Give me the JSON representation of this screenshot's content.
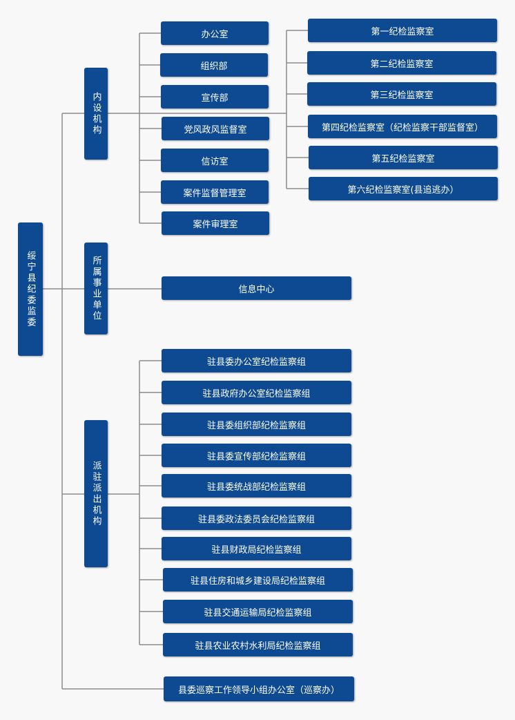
{
  "root": {
    "label": "绥宁县纪委监委"
  },
  "branches": {
    "internal": {
      "label": "内设机构",
      "depts": [
        "办公室",
        "组织部",
        "宣传部",
        "党风政风监督室",
        "信访室",
        "案件监督管理室",
        "案件审理室"
      ],
      "rooms": [
        "第一纪检监察室",
        "第二纪检监察室",
        "第三纪检监察室",
        "第四纪检监察室（纪检监察干部监督室）",
        "第五纪检监察室",
        "第六纪检监察室(县追逃办）"
      ]
    },
    "affiliated": {
      "label": "所属事业单位",
      "units": [
        "信息中心"
      ]
    },
    "dispatched": {
      "label": "派驻派出机构",
      "groups": [
        "驻县委办公室纪检监察组",
        "驻县政府办公室纪检监察组",
        "驻县委组织部纪检监察组",
        "驻县委宣传部纪检监察组",
        "驻县委统战部纪检监察组",
        "驻县委政法委员会纪检监察组",
        "驻县财政局纪检监察组",
        "驻县住房和城乡建设局纪检监察组",
        "驻县交通运输局纪检监察组",
        "驻县农业农村水利局纪检监察组"
      ]
    },
    "inspection": {
      "label": "县委巡察工作领导小组办公室（巡察办）"
    }
  },
  "colors": {
    "node": "#0d4a91",
    "line": "#8a8a8a",
    "background": "#f8f8f8"
  }
}
